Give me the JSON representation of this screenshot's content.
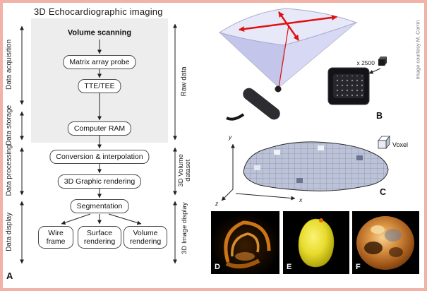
{
  "figure": {
    "title": "3D Echocardiographic imaging",
    "credit": "Image courtesy M. Corrin",
    "panel_labels": {
      "a": "A",
      "b": "B",
      "c": "C",
      "d": "D",
      "e": "E",
      "f": "F"
    }
  },
  "flowchart": {
    "start": "Volume scanning",
    "nodes": [
      "Matrix array probe",
      "TTE/TEE",
      "Computer RAM",
      "Conversion & interpolation",
      "3D Graphic rendering",
      "Segmentation"
    ],
    "outputs": [
      "Wire frame",
      "Surface rendering",
      "Volume rendering"
    ],
    "left_stages": [
      "Data acquisition",
      "Data storage",
      "Data processing",
      "Data display"
    ],
    "right_stages": [
      "Raw data",
      "3D Volume dataset",
      "3D Image display"
    ]
  },
  "panel_b": {
    "magnification": "x 2500"
  },
  "panel_c": {
    "voxel_label": "Voxel",
    "axis_x": "x",
    "axis_y": "y",
    "axis_z": "z"
  },
  "colors": {
    "frame_border": "#f1b2a8",
    "shaded_region": "#ededed",
    "sweep_arrow_red": "#e01010",
    "scan_pyramid_fill": "#e7e8f8",
    "voxel_fill": "#bcc3d8",
    "echo_orange": "#e0821a",
    "surface_yellow": "#e8dc2e",
    "ink": "#111111"
  }
}
